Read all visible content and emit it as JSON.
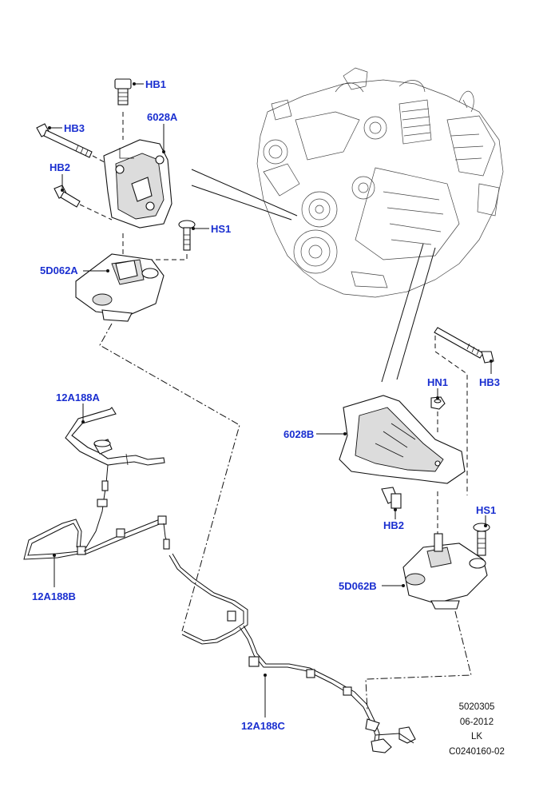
{
  "diagram": {
    "labels": {
      "hb1": "HB1",
      "hb3_left": "HB3",
      "part_6028a": "6028A",
      "hb2_left": "HB2",
      "hs1_left": "HS1",
      "part_5d062a": "5D062A",
      "part_12a188a": "12A188A",
      "part_12a188b": "12A188B",
      "part_12a188c": "12A188C",
      "hb3_right": "HB3",
      "hn1": "HN1",
      "part_6028b": "6028B",
      "hb2_right": "HB2",
      "hs1_right": "HS1",
      "part_5d062b": "5D062B"
    },
    "footer": {
      "line1": "5020305",
      "line2": "06-2012",
      "line3": "LK",
      "line4": "C0240160-02"
    },
    "colors": {
      "label": "#1a2fd0",
      "line": "#111111",
      "shade": "#dcdcdc"
    }
  }
}
